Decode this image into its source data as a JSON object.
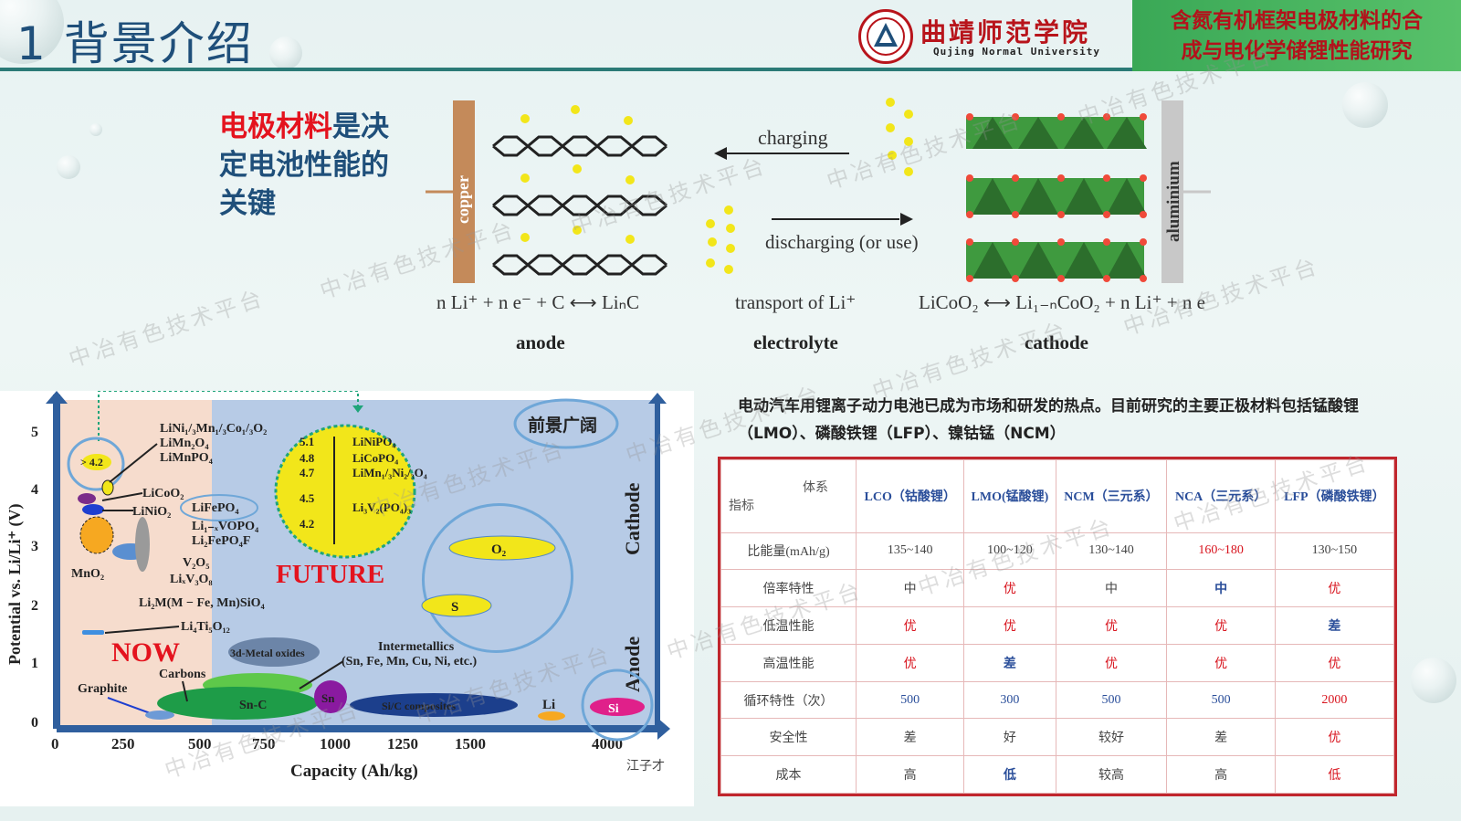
{
  "header": {
    "title": "1 背景介绍",
    "university_cn": "曲靖师范学院",
    "university_en": "Qujing Normal University",
    "project_title_line1": "含氮有机框架电极材料的合",
    "project_title_line2": "成与电化学储锂性能研究"
  },
  "intro": {
    "highlight": "电极材料",
    "rest_line1": "是决",
    "line2": "定电池性能的",
    "line3": "关键"
  },
  "battery_diagram": {
    "copper_label": "copper",
    "aluminium_label": "aluminium",
    "charging_label": "charging",
    "discharging_label": "discharging (or use)",
    "anode_eq": "n Li⁺ + n e⁻ + C ⟷ LiₙC",
    "electrolyte_eq": "transport of Li⁺",
    "cathode_eq": "LiCoO₂ ⟷ Li₁₋ₙCoO₂ + n Li⁺ + n e",
    "anode_label": "anode",
    "electrolyte_label": "electrolyte",
    "cathode_label": "cathode"
  },
  "chart": {
    "ylabel": "Potential vs. Li/Li⁺ (V)",
    "xlabel": "Capacity (Ah/kg)",
    "x_ticks": [
      "0",
      "250",
      "500",
      "750",
      "1000",
      "1250",
      "1500",
      "4000"
    ],
    "y_ticks": [
      "0",
      "1",
      "2",
      "3",
      "4",
      "5"
    ],
    "now_label": "NOW",
    "future_label": "FUTURE",
    "prospect_label": "前景广阔",
    "cathode_axis": "Cathode",
    "anode_axis": "Anode",
    "credit": "江子才",
    "materials_left": [
      "LiNi₁/₃Mn₁/₃Co₁/₃O₂",
      "LiMn₂O₄",
      "LiMnPO₄",
      "LiCoO₂",
      "LiNiO₂",
      "LiFePO₄",
      "Li₁₋ₓVOPO₄",
      "Li₂FePO₄F",
      "V₂O₅",
      "LiₓV₃O₈",
      "MnO₂",
      "Li₂M(M − Fe, Mn)SiO₄",
      "Li₄Ti₅O₁₂"
    ],
    "badge_42": "> 4.2",
    "future_scale": [
      "5.1",
      "4.8",
      "4.7",
      "4.5",
      "4.2"
    ],
    "future_materials": [
      "LiNiPO₄",
      "LiCoPO₄",
      "LiMn₁/₃Ni₂/₃O₄",
      "Li₃V₂(PO₄)₃"
    ],
    "ellipses": [
      "O₂",
      "S",
      "Si",
      "Li",
      "3d-Metal oxides",
      "Sn-C",
      "Sn",
      "Si/C composites",
      "Carbons",
      "Graphite"
    ],
    "intermetallics": "Intermetallics",
    "intermetallics_sub": "(Sn, Fe, Mn, Cu, Ni, etc.)"
  },
  "lower_caption": "电动汽车用锂离子动力电池已成为市场和研发的热点。目前研究的主要正极材料包括锰酸锂（LMO）、磷酸铁锂（LFP）、镍钴锰（NCM）",
  "table": {
    "corner_top": "体系",
    "corner_bottom": "指标",
    "columns": [
      "LCO（钴酸锂）",
      "LMO(锰酸锂)",
      "NCM（三元系）",
      "NCA（三元系）",
      "LFP（磷酸铁锂）"
    ],
    "rows": [
      {
        "label": "比能量(mAh/g)",
        "cells": [
          "135~140",
          "100~120",
          "130~140",
          "160~180",
          "130~150"
        ]
      },
      {
        "label": "倍率特性",
        "cells": [
          "中",
          "优",
          "中",
          "中",
          "优"
        ]
      },
      {
        "label": "低温性能",
        "cells": [
          "优",
          "优",
          "优",
          "优",
          "差"
        ]
      },
      {
        "label": "高温性能",
        "cells": [
          "优",
          "差",
          "优",
          "优",
          "优"
        ]
      },
      {
        "label": "循环特性（次）",
        "cells": [
          "500",
          "300",
          "500",
          "500",
          "2000"
        ]
      },
      {
        "label": "安全性",
        "cells": [
          "差",
          "好",
          "较好",
          "差",
          "优"
        ]
      },
      {
        "label": "成本",
        "cells": [
          "高",
          "低",
          "较高",
          "高",
          "低"
        ]
      }
    ]
  },
  "watermark": "中冶有色技术平台",
  "colors": {
    "accent": "#1f4f7a",
    "red": "#e4131e",
    "green": "#3aa856"
  }
}
